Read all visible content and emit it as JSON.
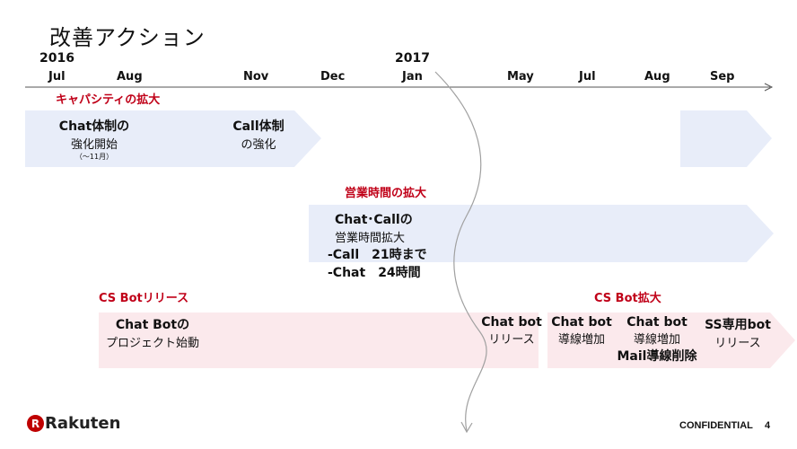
{
  "title": "改善アクション",
  "colors": {
    "blue_band": "#e8edf9",
    "pink_band": "#fbe9ec",
    "accent_red": "#c00018"
  },
  "timeline": {
    "years": [
      "2016",
      "2017"
    ],
    "months": [
      "Jul",
      "Aug",
      "Nov",
      "Dec",
      "Jan",
      "May",
      "Jul",
      "Aug",
      "Sep"
    ]
  },
  "capacity": {
    "heading": "キャパシティの拡大",
    "chat_title": "Chat体制の",
    "chat_line2": "強化開始",
    "chat_note": "（～11月）",
    "call_line1": "Call体制",
    "call_line2": "の強化"
  },
  "hours": {
    "heading": "営業時間の拡大",
    "line1": "Chat･Callの",
    "line2": "営業時間拡大",
    "line3": "-Call　21時まで",
    "line4": "-Chat　24時間"
  },
  "csbot": {
    "heading_release": "CS Botリリース",
    "project_line1": "Chat Botの",
    "project_line2": "プロジェクト始動",
    "heading_expand": "CS Bot拡大",
    "may_line1": "Chat bot",
    "may_line2": "リリース",
    "jul_line1": "Chat bot",
    "jul_line2": "導線増加",
    "aug_line1": "Chat bot",
    "aug_line2": "導線増加",
    "aug_line3": "Mail導線削除",
    "sep_line1": "SS専用bot",
    "sep_line2": "リリース"
  },
  "logo": {
    "mark": "R",
    "text": "Rakuten"
  },
  "footer": {
    "confidential": "CONFIDENTIAL",
    "page": "4"
  }
}
